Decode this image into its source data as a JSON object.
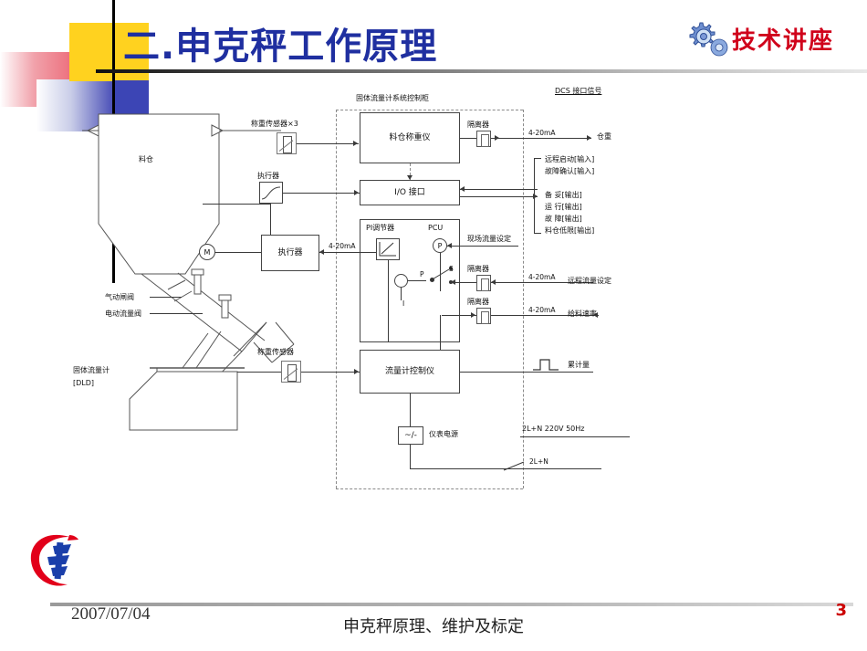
{
  "slide": {
    "title": "二.申克秤工作原理",
    "page_number": "3",
    "logo_text": "技术讲座",
    "footer": {
      "date": "2007/07/04",
      "center_text": "申克秤原理、维护及标定"
    },
    "colors": {
      "title_blue": "#1f2fa0",
      "accent_yellow": "#ffd21f",
      "accent_red": "#e8384a",
      "accent_blue": "#3c45b5",
      "logo_red": "#d0021b",
      "page_number_red": "#cc0000"
    }
  },
  "diagram": {
    "cabinet_label": "固体流量计系统控制柜",
    "dcs_label": "DCS 接口信号",
    "silo_label": "料仓",
    "load_cell_top": "称重传感器×3",
    "load_cell_bottom": "称重传感器",
    "silo_weigher": "料仓称重仪",
    "io_interface": "I/O 接口",
    "pi_regulator": "PI调节器",
    "pcu": "PCU",
    "flow_controller": "流量计控制仪",
    "actuator_icon_label": "执行器",
    "actuator_box_label": "执行器",
    "motor_symbol": "M",
    "pneumatic_valve": "气动闸阀",
    "electric_valve": "电动流量阀",
    "flowmeter_label": "固体流量计",
    "flowmeter_model": "[DLD]",
    "isolator": "隔离器",
    "signal_4_20ma": "4-20mA",
    "sig_silo_weight": "仓重",
    "sig_local_setpoint": "现场流量设定",
    "sig_remote_setpoint": "远程流量设定",
    "sig_feed_rate": "给料速率",
    "sig_total": "累计量",
    "power_supply_box": "~/-",
    "power_supply_label": "仪表电源",
    "mains_label": "2L+N    220V   50Hz",
    "mains_short": "2L+N",
    "dcs_signals": [
      "远程启动[输入]",
      "故障确认[输入]",
      "备    妥[输出]",
      "运    行[输出]",
      "故    障[输出]",
      "料仓低限[输出]"
    ],
    "pi_symbol_p": "P",
    "pi_symbol_i": "I",
    "pcu_symbol": "P",
    "switch_symbol": "S"
  }
}
